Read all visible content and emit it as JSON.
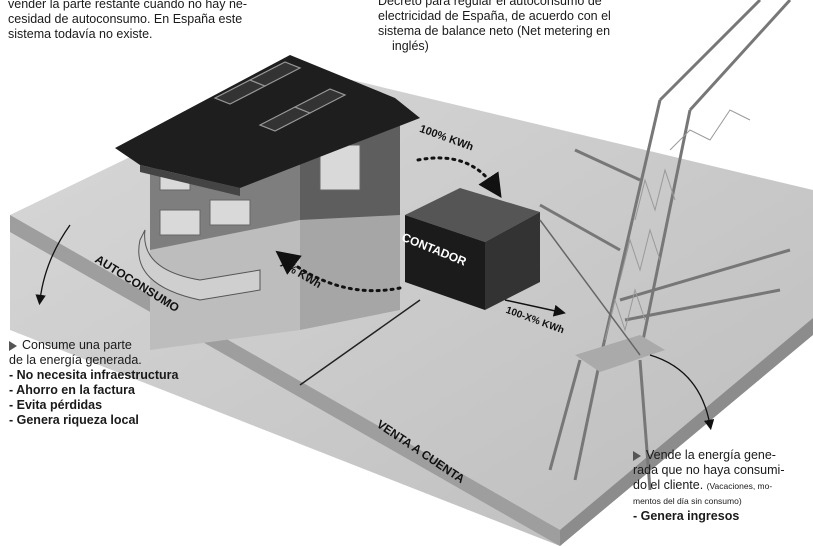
{
  "top_left_text": [
    "vender la parte restante cuando no hay ne-",
    "cesidad de autoconsumo. En España este",
    "sistema todavía no existe."
  ],
  "top_right_text": [
    "Decreto para regular el autoconsumo de",
    "electricidad de España, de acuerdo con el",
    "sistema de balance neto (Net metering en",
    "inglés)"
  ],
  "labels": {
    "autoconsumo": "AUTOCONSUMO",
    "venta": "VENTA A CUENTA",
    "contador": "CONTADOR",
    "flow_100": "100% KWh",
    "flow_x": "X% KWh",
    "flow_100x": "100-X% KWh"
  },
  "left_box": {
    "intro": [
      "Consume una parte",
      "de la energía generada."
    ],
    "bullets": [
      "- No necesita infraestructura",
      "- Ahorro en la factura",
      "- Evita pérdidas",
      "- Genera riqueza local"
    ]
  },
  "right_box": {
    "intro": [
      "Vende la energía gene-",
      "rada que no haya consumi-"
    ],
    "line3": "do el cliente.",
    "note_a": "(Vacaciones, mo-",
    "note_b": "mentos del día sin consumo)",
    "bullet": "- Genera ingresos"
  }
}
